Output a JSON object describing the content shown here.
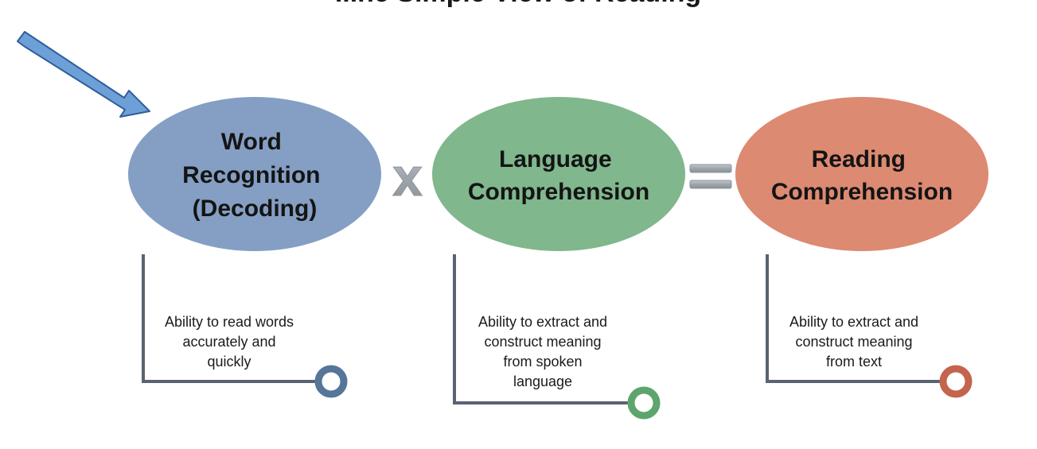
{
  "title": "...he Simple View of Reading",
  "operators": {
    "multiply": "x",
    "equals": "="
  },
  "components": [
    {
      "lines": [
        "Word",
        "Recognition",
        "(Decoding)"
      ],
      "description": "Ability to read words\naccurately and\nquickly",
      "color": "#849fc3",
      "accent": "#557599"
    },
    {
      "lines": [
        "Language",
        "Comprehension"
      ],
      "description": "Ability to extract and\nconstruct meaning\nfrom spoken\nlanguage",
      "color": "#80b78d",
      "accent": "#5da56d"
    },
    {
      "lines": [
        "Reading",
        "Comprehension"
      ],
      "description": "Ability to extract and\nconstruct meaning\nfrom text",
      "color": "#dd8a72",
      "accent": "#c4644c"
    }
  ],
  "colors": {
    "arrow_fill": "#6ea0d8",
    "arrow_stroke": "#2f5e9a",
    "connector": "#5a6372",
    "operator": "#a6adb4"
  },
  "icons": {
    "pointer": "arrow-icon",
    "multiply": "multiply-icon",
    "equals": "equals-icon",
    "ring": "ring-icon"
  }
}
